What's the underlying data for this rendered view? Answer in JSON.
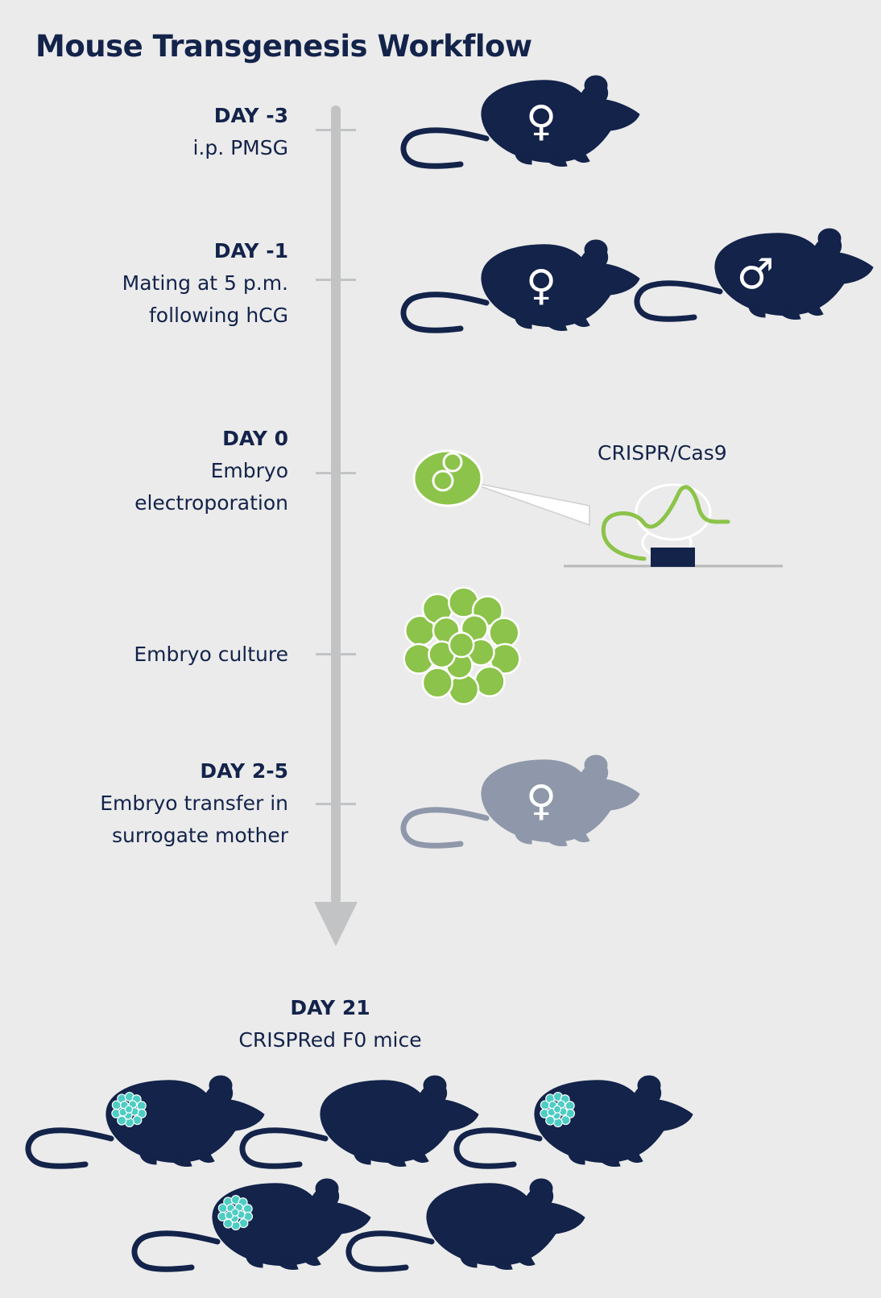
{
  "title": "Mouse Transgenesis Workflow",
  "steps": [
    {
      "day": "DAY -3",
      "lines": [
        "i.p. PMSG"
      ]
    },
    {
      "day": "DAY -1",
      "lines": [
        "Mating at 5 p.m.",
        "following hCG"
      ]
    },
    {
      "day": "DAY 0",
      "lines": [
        "Embryo",
        "electroporation"
      ]
    },
    {
      "day": "",
      "lines": [
        "Embryo culture"
      ]
    },
    {
      "day": "DAY 2-5",
      "lines": [
        "Embryo transfer in",
        "surrogate mother"
      ]
    }
  ],
  "final": {
    "day": "DAY 21",
    "label": "CRISPRed F0 mice"
  },
  "crispr_label": "CRISPR/Cas9",
  "symbols": {
    "female": "♀",
    "male": "♂"
  },
  "colors": {
    "background": "#ebebeb",
    "navy": "#13234a",
    "gray_mouse": "#8e98aa",
    "green": "#8cc34a",
    "teal": "#4ecdc4",
    "arrow": "#c2c3c5"
  }
}
